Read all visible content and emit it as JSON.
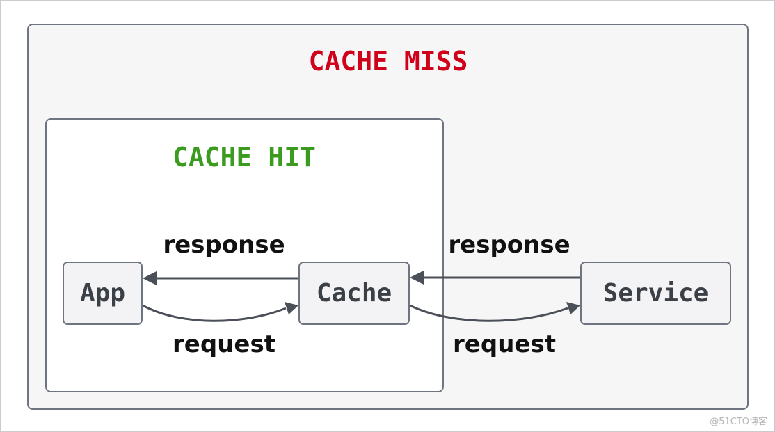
{
  "groups": {
    "cache_miss_title": "CACHE MISS",
    "cache_hit_title": "CACHE HIT"
  },
  "nodes": {
    "app": "App",
    "cache": "Cache",
    "service": "Service"
  },
  "edges": {
    "app_cache_response": "response",
    "app_cache_request": "request",
    "cache_service_response": "response",
    "cache_service_request": "request"
  },
  "colors": {
    "cache_miss": "#d0021b",
    "cache_hit": "#3a9b1f",
    "arrow": "#4a4f58",
    "border": "#6e7480"
  },
  "watermark": "@51CTO博客"
}
